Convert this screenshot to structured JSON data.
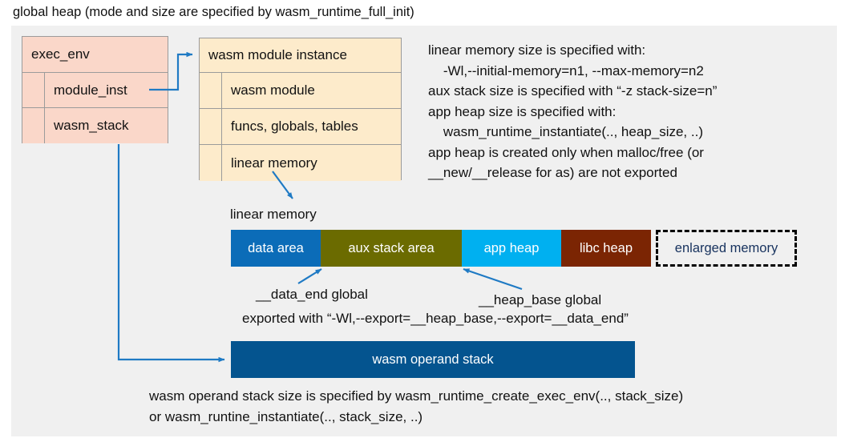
{
  "title": "global heap (mode and size are specified by wasm_runtime_full_init)",
  "exec_env": {
    "header": "exec_env",
    "rows": [
      {
        "label": "module_inst"
      },
      {
        "label": "wasm_stack"
      }
    ]
  },
  "module_instance": {
    "header": "wasm module instance",
    "rows": [
      {
        "label": "wasm module"
      },
      {
        "label": "funcs, globals, tables"
      },
      {
        "label": "linear memory"
      }
    ]
  },
  "notes": "linear memory size is specified with:\n    -Wl,--initial-memory=n1, --max-memory=n2\naux stack size is specified with “-z stack-size=n”\napp heap size is specified with:\n    wasm_runtime_instantiate(.., heap_size, ..)\napp heap is created only when malloc/free (or\n__new/__release for as) are not exported",
  "linear_memory": {
    "label": "linear memory",
    "segments": [
      {
        "name": "data area",
        "color": "#0b6cb8",
        "width": 112
      },
      {
        "name": "aux stack area",
        "color": "#6b6b00",
        "width": 176
      },
      {
        "name": "app heap",
        "color": "#00b0f0",
        "width": 124
      },
      {
        "name": "libc heap",
        "color": "#7b2503",
        "width": 112
      },
      {
        "name": "enlarged memory",
        "color": "#f0f0f0",
        "width": 176
      }
    ]
  },
  "callouts": {
    "data_end": "__data_end global",
    "heap_base": "__heap_base global",
    "export_line": "exported with “-Wl,--export=__heap_base,--export=__data_end”"
  },
  "operand_stack": {
    "label": "wasm operand stack",
    "caption": "wasm operand stack size is specified by wasm_runtime_create_exec_env(.., stack_size)\nor wasm_runtine_instantiate(.., stack_size, ..)"
  },
  "colors": {
    "panel_bg": "#f0f0f0",
    "exec_env_fill": "#fad7c9",
    "module_fill": "#fdebcb",
    "arrow": "#1f7ac4",
    "operand_stack": "#04548f",
    "enlarged_text": "#17325e"
  }
}
